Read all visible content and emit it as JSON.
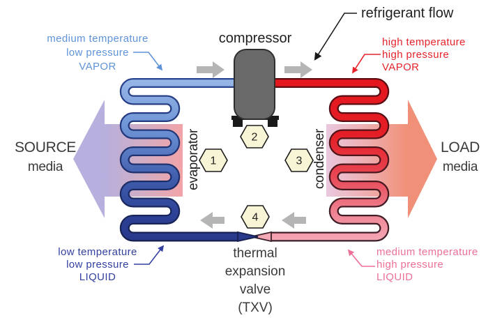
{
  "diagram": {
    "title_hint": "refrigeration cycle",
    "labels": {
      "refrigerant_flow": "refrigerant flow",
      "compressor": "compressor",
      "evaporator": "evaporator",
      "condenser": "condenser",
      "txv_line1": "thermal",
      "txv_line2": "expansion",
      "txv_line3": "valve",
      "txv_line4": "(TXV)",
      "source_line1": "SOURCE",
      "source_line2": "media",
      "load_line1": "LOAD",
      "load_line2": "media"
    },
    "state_labels": {
      "evaporator_outlet": {
        "line1": "medium temperature",
        "line2": "low pressure",
        "line3": "VAPOR",
        "color": "#5f93d8"
      },
      "compressor_outlet": {
        "line1": "high temperature",
        "line2": "high pressure",
        "line3": "VAPOR",
        "color": "#e8232b"
      },
      "txv_outlet": {
        "line1": "low temperature",
        "line2": "low pressure",
        "line3": "LIQUID",
        "color": "#3340a0"
      },
      "condenser_outlet": {
        "line1": "medium temperature",
        "line2": "high pressure",
        "line3": "LIQUID",
        "color": "#ee7096"
      }
    },
    "steps": {
      "one": "1",
      "two": "2",
      "three": "3",
      "four": "4"
    },
    "colors": {
      "pipe_cold_light": "#9ab9e8",
      "pipe_cold_dark": "#28388a",
      "pipe_hot_bright": "#e5161d",
      "pipe_hot_pink": "#f4a8b6",
      "source_arrow": "#b7afdd",
      "source_band_pink": "#f2a4a8",
      "load_arrow": "#f19078",
      "load_band_lilac": "#e9c8de",
      "hexagon_fill": "#f8f4d6",
      "compressor_body": "#696969",
      "flow_arrow_gray": "#b5b5b5"
    }
  }
}
